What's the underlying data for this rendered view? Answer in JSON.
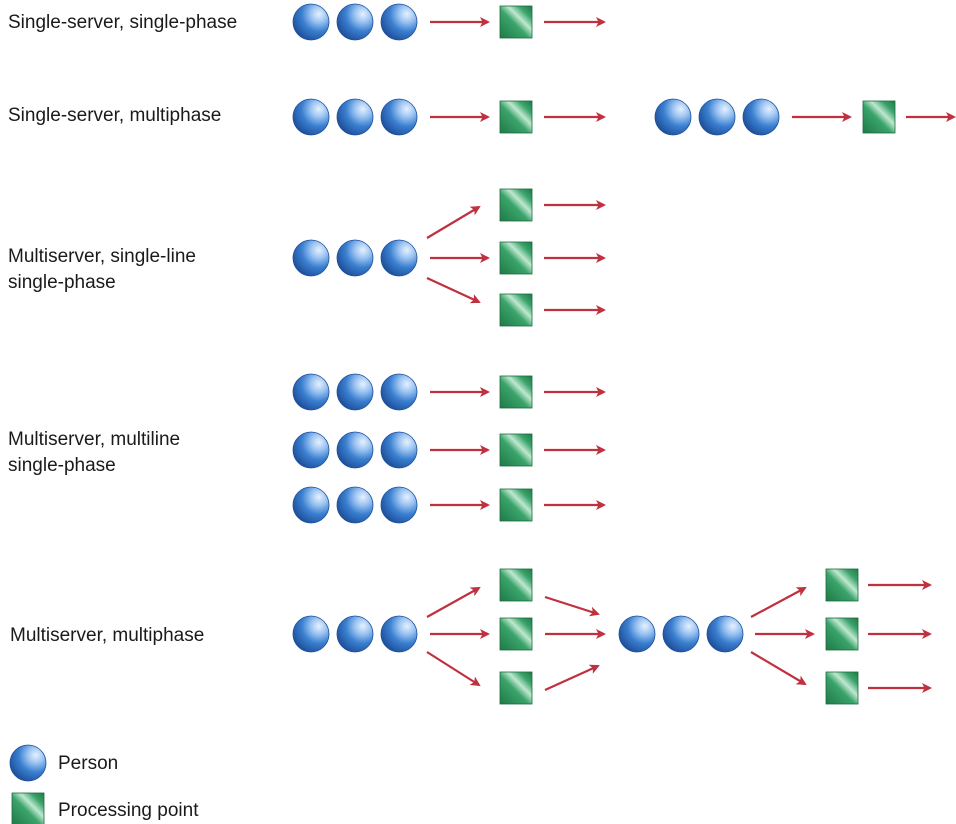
{
  "rows": [
    {
      "id": "ssp",
      "label_lines": [
        "Single-server, single-phase"
      ]
    },
    {
      "id": "smp",
      "label_lines": [
        "Single-server, multiphase"
      ]
    },
    {
      "id": "msl",
      "label_lines": [
        "Multiserver, single-line",
        "single-phase"
      ]
    },
    {
      "id": "mml",
      "label_lines": [
        "Multiserver, multiline",
        "single-phase"
      ]
    },
    {
      "id": "mmp",
      "label_lines": [
        "Multiserver, multiphase"
      ]
    }
  ],
  "legend": {
    "person_label": "Person",
    "processing_point_label": "Processing point",
    "person_icon": "person-circle-icon",
    "processing_icon": "processing-square-icon"
  },
  "colors": {
    "person": "#3a7fd0",
    "processing_point": "#3aa36a",
    "arrow": "#c0303f",
    "text": "#1a1a1a"
  }
}
